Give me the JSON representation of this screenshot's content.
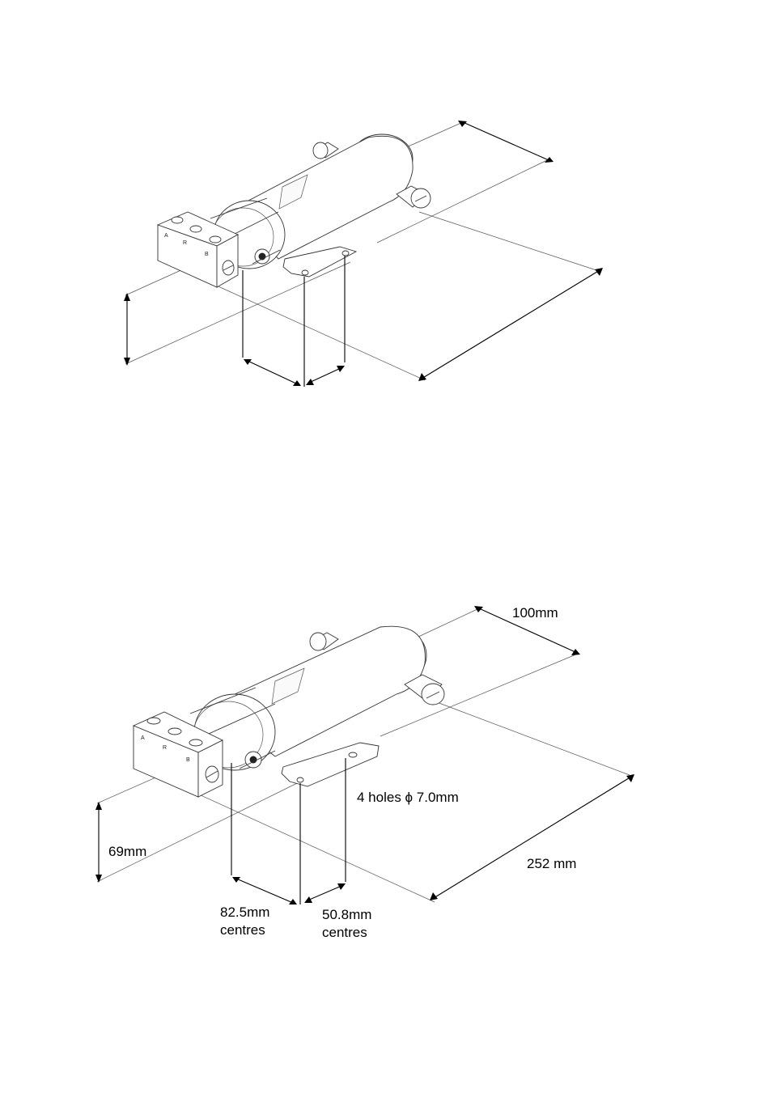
{
  "drawings": [
    {
      "id": "top",
      "block_letters": [
        "A",
        "R",
        "B"
      ]
    },
    {
      "id": "bottom",
      "block_letters": [
        "A",
        "R",
        "B"
      ],
      "dimensions": {
        "depth": "100mm",
        "holes": "4 holes ϕ 7.0mm",
        "height": "69mm",
        "length": "252 mm",
        "centres_a_value": "82.5mm",
        "centres_a_word": "centres",
        "centres_b_value": "50.8mm",
        "centres_b_word": "centres"
      }
    }
  ]
}
